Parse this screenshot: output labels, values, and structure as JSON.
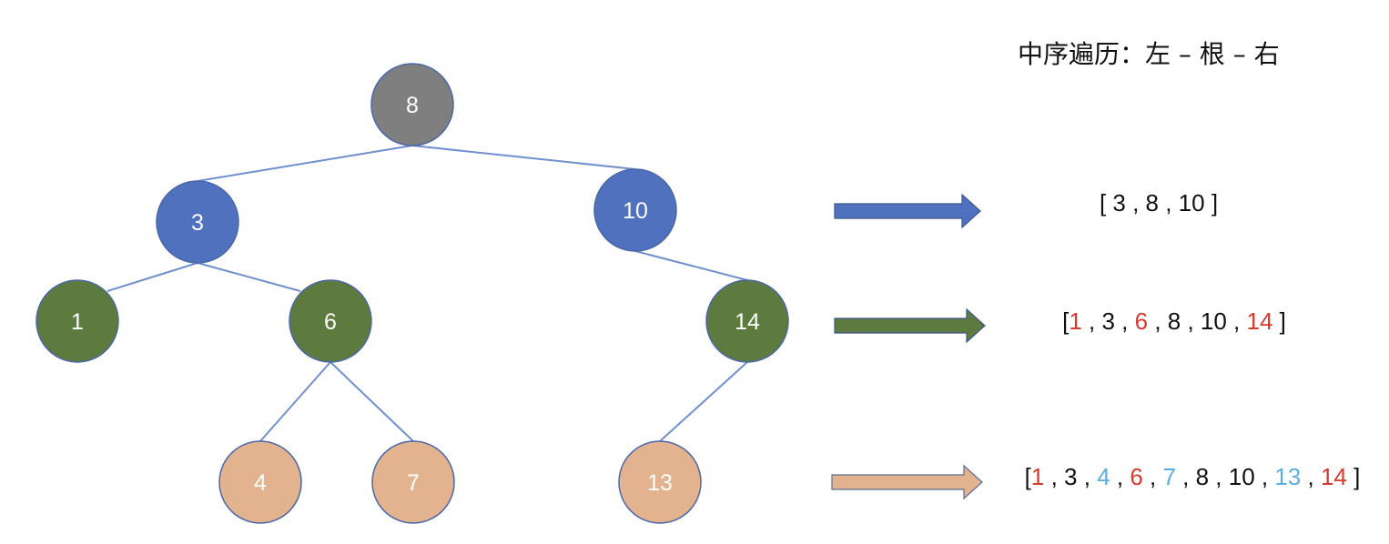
{
  "title": "中序遍历：左 – 根 – 右",
  "colors": {
    "root": "#7f7f7f",
    "level1": "#4f71be",
    "level2": "#5e7b3f",
    "level3": "#e3b28e",
    "edge": "#6f8fcf",
    "red": "#d83a2e",
    "blue": "#5aaee0",
    "text": "#111111"
  },
  "tree": {
    "nodes": [
      {
        "id": "n8",
        "label": "8",
        "level": 0
      },
      {
        "id": "n3",
        "label": "3",
        "level": 1
      },
      {
        "id": "n10",
        "label": "10",
        "level": 1
      },
      {
        "id": "n1",
        "label": "1",
        "level": 2
      },
      {
        "id": "n6",
        "label": "6",
        "level": 2
      },
      {
        "id": "n14",
        "label": "14",
        "level": 2
      },
      {
        "id": "n4",
        "label": "4",
        "level": 3
      },
      {
        "id": "n7",
        "label": "7",
        "level": 3
      },
      {
        "id": "n13",
        "label": "13",
        "level": 3
      }
    ],
    "edges": [
      [
        "n8",
        "n3"
      ],
      [
        "n8",
        "n10"
      ],
      [
        "n3",
        "n1"
      ],
      [
        "n3",
        "n6"
      ],
      [
        "n10",
        "n14"
      ],
      [
        "n6",
        "n4"
      ],
      [
        "n6",
        "n7"
      ],
      [
        "n14",
        "n13"
      ]
    ]
  },
  "sequences": [
    {
      "level": 1,
      "tokens": [
        {
          "t": "[ ",
          "c": "text"
        },
        {
          "t": "3",
          "c": "text"
        },
        {
          "t": " , ",
          "c": "text"
        },
        {
          "t": "8",
          "c": "text"
        },
        {
          "t": " , ",
          "c": "text"
        },
        {
          "t": "10",
          "c": "text"
        },
        {
          "t": " ]",
          "c": "text"
        }
      ]
    },
    {
      "level": 2,
      "tokens": [
        {
          "t": "[",
          "c": "text"
        },
        {
          "t": "1",
          "c": "red"
        },
        {
          "t": " , ",
          "c": "text"
        },
        {
          "t": "3",
          "c": "text"
        },
        {
          "t": " , ",
          "c": "text"
        },
        {
          "t": "6",
          "c": "red"
        },
        {
          "t": " , ",
          "c": "text"
        },
        {
          "t": "8",
          "c": "text"
        },
        {
          "t": " , ",
          "c": "text"
        },
        {
          "t": "10",
          "c": "text"
        },
        {
          "t": " , ",
          "c": "text"
        },
        {
          "t": "14",
          "c": "red"
        },
        {
          "t": " ]",
          "c": "text"
        }
      ]
    },
    {
      "level": 3,
      "tokens": [
        {
          "t": "[",
          "c": "text"
        },
        {
          "t": "1",
          "c": "red"
        },
        {
          "t": " , ",
          "c": "text"
        },
        {
          "t": "3",
          "c": "text"
        },
        {
          "t": " , ",
          "c": "text"
        },
        {
          "t": "4",
          "c": "blue"
        },
        {
          "t": " , ",
          "c": "text"
        },
        {
          "t": "6",
          "c": "red"
        },
        {
          "t": " , ",
          "c": "text"
        },
        {
          "t": "7",
          "c": "blue"
        },
        {
          "t": " , ",
          "c": "text"
        },
        {
          "t": "8",
          "c": "text"
        },
        {
          "t": " , ",
          "c": "text"
        },
        {
          "t": "10",
          "c": "text"
        },
        {
          "t": " , ",
          "c": "text"
        },
        {
          "t": "13",
          "c": "blue"
        },
        {
          "t": " , ",
          "c": "text"
        },
        {
          "t": "14",
          "c": "red"
        },
        {
          "t": " ]",
          "c": "text"
        }
      ]
    }
  ]
}
